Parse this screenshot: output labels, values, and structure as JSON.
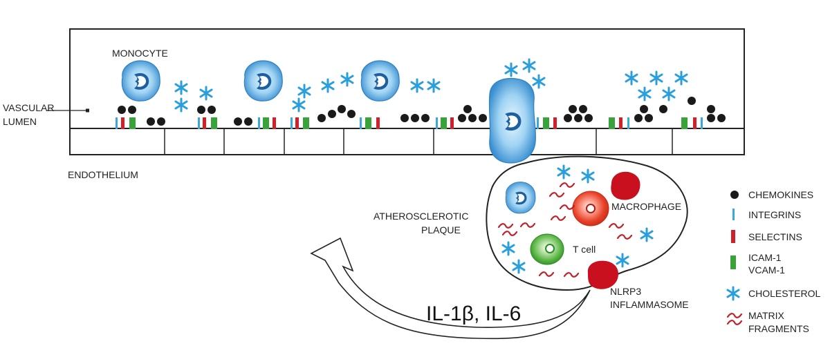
{
  "labels": {
    "monocyte": "MONOCYTE",
    "vascular_lumen_1": "VASCULAR",
    "vascular_lumen_2": "LUMEN",
    "endothelium": "ENDOTHELIUM",
    "plaque_1": "ATHEROSCLEROTIC",
    "plaque_2": "PLAQUE",
    "macrophage": "MACROPHAGE",
    "tcell": "T cell",
    "nlrp3_1": "NLRP3",
    "nlrp3_2": "INFLAMMASOME",
    "cytokines": "IL-1β, IL-6"
  },
  "legend": [
    {
      "id": "chemokines",
      "text": "CHEMOKINES"
    },
    {
      "id": "integrins",
      "text": "INTEGRINS"
    },
    {
      "id": "selectins",
      "text": "SELECTINS"
    },
    {
      "id": "icam",
      "text": "ICAM-1",
      "text2": "VCAM-1"
    },
    {
      "id": "cholesterol",
      "text": "CHOLESTEROL"
    },
    {
      "id": "matrix",
      "text": "MATRIX",
      "text2": "FRAGMENTS"
    }
  ],
  "colors": {
    "chemokine": "#1a1a1a",
    "integrin": "#3aa7dc",
    "selectin": "#d0202a",
    "icam": "#3aa23a",
    "cholesterol": "#2a9fdc",
    "matrix": "#c0202a",
    "monocyte": "#3b8fd0",
    "macrophage": "#e8432a",
    "tcell": "#3aa23a",
    "inflammasome": "#c8101e"
  }
}
